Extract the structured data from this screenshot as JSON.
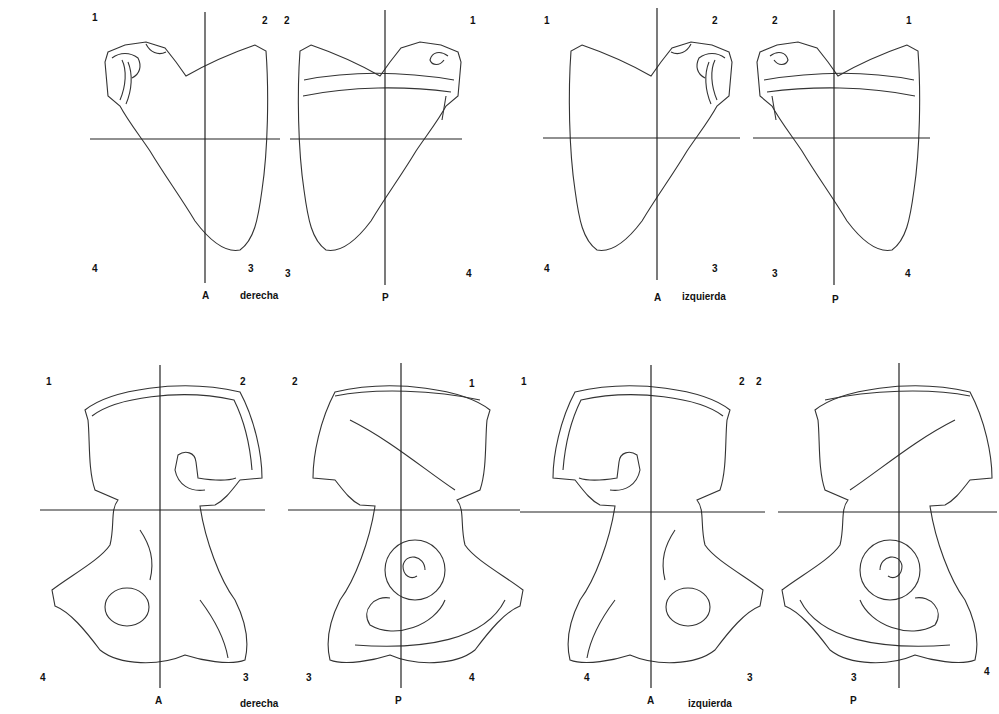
{
  "diagram": {
    "labels": [
      "1",
      "2",
      "4",
      "3",
      "2",
      "1",
      "3",
      "4",
      "A",
      "derecha",
      "P",
      "1",
      "2",
      "4",
      "3",
      "2",
      "1",
      "3",
      "4",
      "A",
      "izquierda",
      "P",
      "1",
      "2",
      "4",
      "3",
      "2",
      "1",
      "3",
      "4",
      "A",
      "derecha",
      "P",
      "1",
      "2",
      "4",
      "3",
      "2",
      "3",
      "4",
      "A",
      "izquierda",
      "P"
    ]
  }
}
